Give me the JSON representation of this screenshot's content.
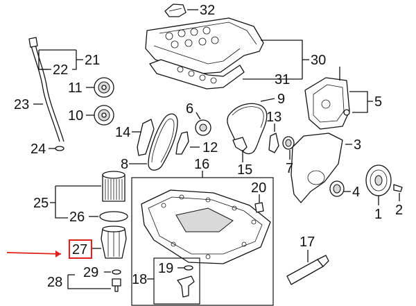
{
  "diagram": {
    "callouts": [
      {
        "id": "c1",
        "label": "1"
      },
      {
        "id": "c2",
        "label": "2"
      },
      {
        "id": "c3",
        "label": "3"
      },
      {
        "id": "c4",
        "label": "4"
      },
      {
        "id": "c5",
        "label": "5"
      },
      {
        "id": "c6",
        "label": "6"
      },
      {
        "id": "c7",
        "label": "7"
      },
      {
        "id": "c8",
        "label": "8"
      },
      {
        "id": "c9",
        "label": "9"
      },
      {
        "id": "c10",
        "label": "10"
      },
      {
        "id": "c11",
        "label": "11"
      },
      {
        "id": "c12",
        "label": "12"
      },
      {
        "id": "c13",
        "label": "13"
      },
      {
        "id": "c14",
        "label": "14"
      },
      {
        "id": "c15",
        "label": "15"
      },
      {
        "id": "c16",
        "label": "16"
      },
      {
        "id": "c17",
        "label": "17"
      },
      {
        "id": "c18",
        "label": "18"
      },
      {
        "id": "c19",
        "label": "19"
      },
      {
        "id": "c20",
        "label": "20"
      },
      {
        "id": "c21",
        "label": "21"
      },
      {
        "id": "c22",
        "label": "22"
      },
      {
        "id": "c23",
        "label": "23"
      },
      {
        "id": "c24",
        "label": "24"
      },
      {
        "id": "c25",
        "label": "25"
      },
      {
        "id": "c26",
        "label": "26"
      },
      {
        "id": "c27",
        "label": "27"
      },
      {
        "id": "c28",
        "label": "28"
      },
      {
        "id": "c29",
        "label": "29"
      },
      {
        "id": "c30",
        "label": "30"
      },
      {
        "id": "c31",
        "label": "31"
      },
      {
        "id": "c32",
        "label": "32"
      }
    ],
    "highlighted": "27",
    "highlight_color": "#e0201b",
    "line_color": "#111111"
  }
}
